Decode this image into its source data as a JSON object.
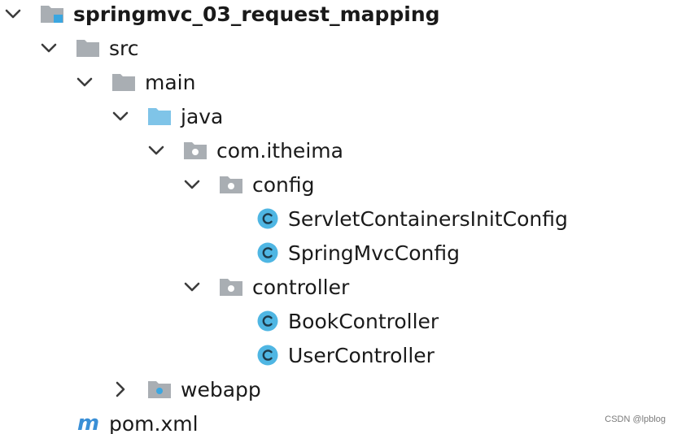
{
  "project_tree": {
    "items": [
      {
        "label": "springmvc_03_request_mapping",
        "depth": 0,
        "expanded": true,
        "icon": "module-folder-icon",
        "kind": "root"
      },
      {
        "label": "src",
        "depth": 1,
        "expanded": true,
        "icon": "folder-icon",
        "kind": "folder"
      },
      {
        "label": "main",
        "depth": 2,
        "expanded": true,
        "icon": "folder-icon",
        "kind": "folder"
      },
      {
        "label": "java",
        "depth": 3,
        "expanded": true,
        "icon": "source-root-folder-icon",
        "kind": "source-root"
      },
      {
        "label": "com.itheima",
        "depth": 4,
        "expanded": true,
        "icon": "package-icon",
        "kind": "package"
      },
      {
        "label": "config",
        "depth": 5,
        "expanded": true,
        "icon": "package-icon",
        "kind": "package"
      },
      {
        "label": "ServletContainersInitConfig",
        "depth": 6,
        "expanded": null,
        "icon": "class-icon",
        "kind": "class"
      },
      {
        "label": "SpringMvcConfig",
        "depth": 6,
        "expanded": null,
        "icon": "class-icon",
        "kind": "class"
      },
      {
        "label": "controller",
        "depth": 5,
        "expanded": true,
        "icon": "package-icon",
        "kind": "package"
      },
      {
        "label": "BookController",
        "depth": 6,
        "expanded": null,
        "icon": "class-icon",
        "kind": "class"
      },
      {
        "label": "UserController",
        "depth": 6,
        "expanded": null,
        "icon": "class-icon",
        "kind": "class"
      },
      {
        "label": "webapp",
        "depth": 3,
        "expanded": false,
        "icon": "web-folder-icon",
        "kind": "folder"
      },
      {
        "label": "pom.xml",
        "depth": 1,
        "expanded": null,
        "icon": "maven-icon",
        "kind": "file"
      }
    ]
  },
  "watermark": "CSDN @lpblog",
  "colors": {
    "folder_gray": "#a9aeb3",
    "folder_blue": "#7fc4e8",
    "module_blue": "#3ba6e0",
    "class_blue": "#4fb6e3",
    "chevron": "#3c3c3c",
    "maven_blue": "#3a8fd6"
  }
}
